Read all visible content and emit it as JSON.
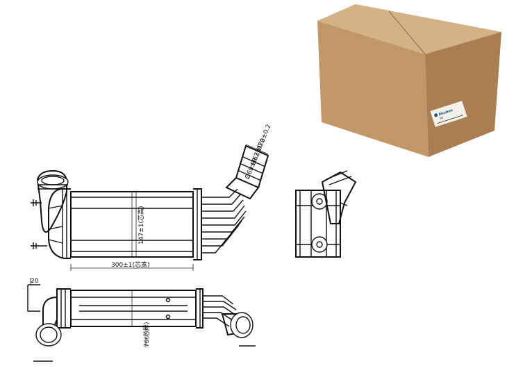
{
  "dimensions": {
    "dia_outer": "Ø70±0.2",
    "dia_mid": "Ø63±0.2",
    "dia_inner": "Ø60±0.2",
    "height": "147±1(芯高)",
    "width": "300±1(芯宽)",
    "depth": "76(芯厚)",
    "small": "20"
  },
  "box_label": {
    "brand": "Akuben",
    "code": "PE"
  },
  "colors": {
    "box_front": "#c19a6b",
    "box_side": "#a97f53",
    "box_top": "#d5b387",
    "line": "#111111"
  }
}
